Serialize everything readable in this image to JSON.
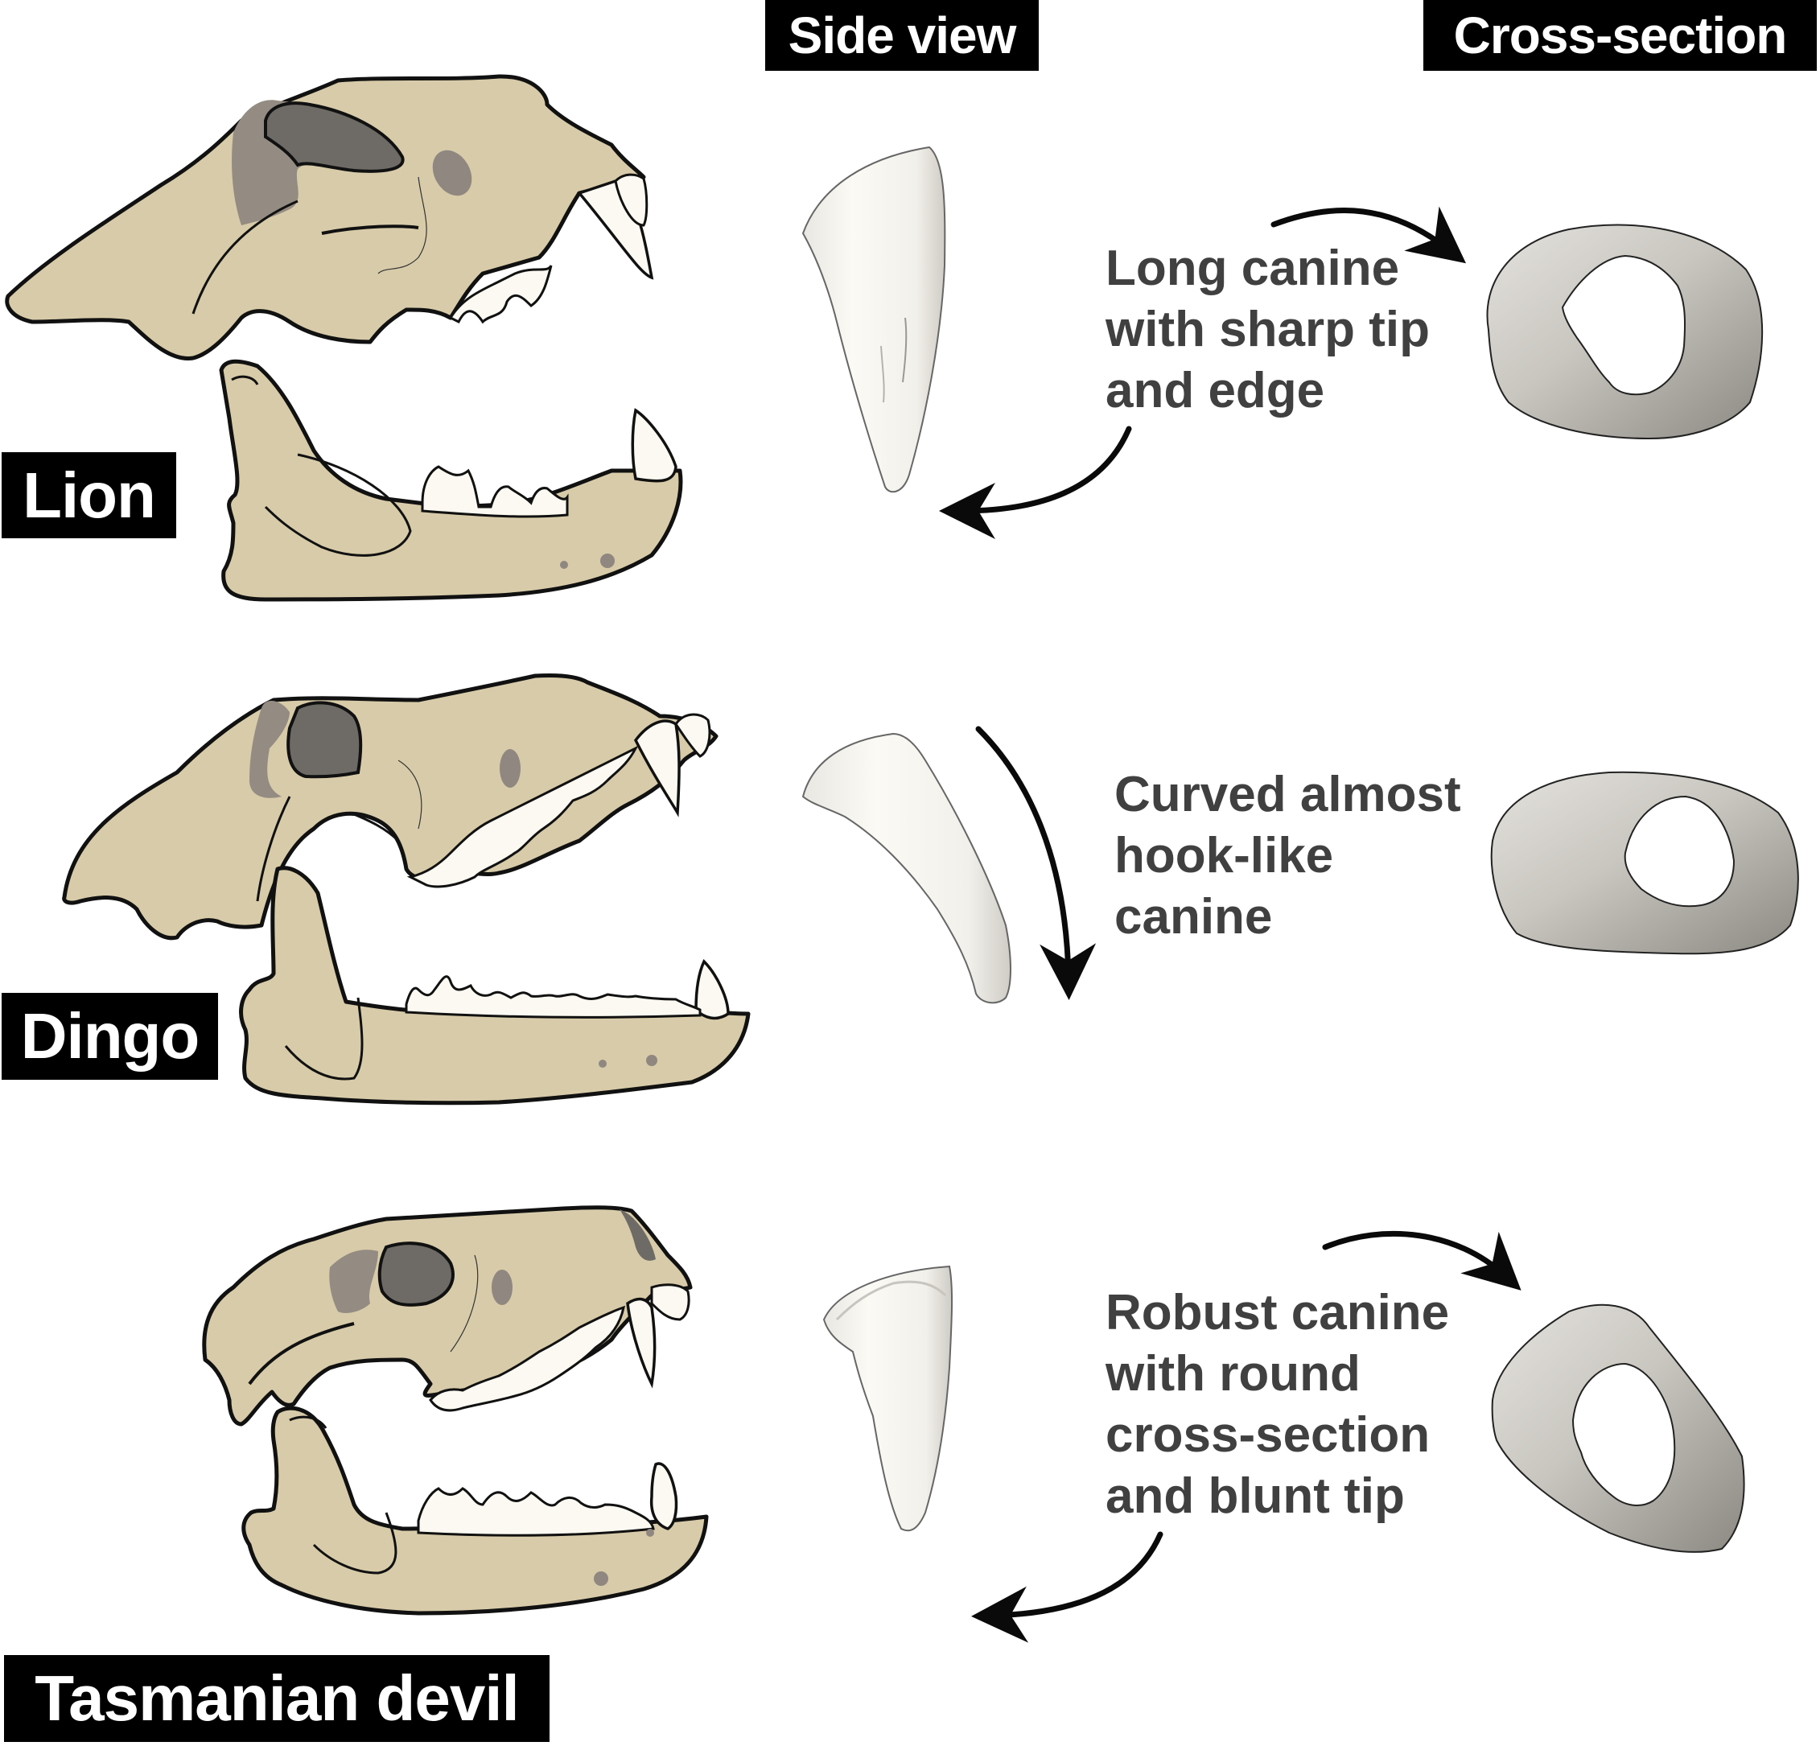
{
  "headers": {
    "side_view": "Side view",
    "cross_section": "Cross-section"
  },
  "species": [
    {
      "name": "Lion",
      "description": "Long canine\nwith sharp tip\nand edge",
      "description_lines": [
        "Long canine",
        "with sharp tip",
        "and edge"
      ]
    },
    {
      "name": "Dingo",
      "description": "Curved almost\nhook-like\ncanine",
      "description_lines": [
        "Curved almost",
        "hook-like",
        "canine"
      ]
    },
    {
      "name": "Tasmanian devil",
      "description": "Robust canine\nwith round\ncross-section\nand blunt tip",
      "description_lines": [
        "Robust canine",
        "with round",
        "cross-section",
        "and blunt tip"
      ]
    }
  ],
  "colors": {
    "bone": "#d7cba9",
    "outline": "#111111",
    "orbit_dark": "#6e6a66",
    "orbit_light": "#948c82",
    "tooth": "#fbf9f1",
    "crosssection_light": "#dcdad5",
    "crosssection_dark": "#8e8b85",
    "text": "#404040",
    "label_bg": "#000000",
    "label_text": "#ffffff"
  }
}
